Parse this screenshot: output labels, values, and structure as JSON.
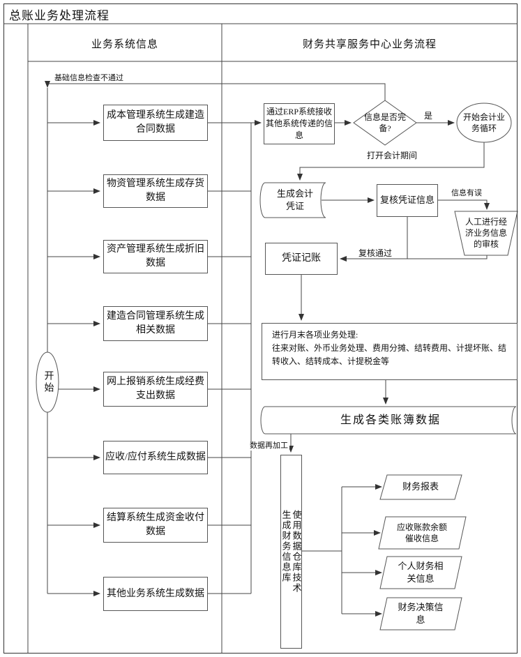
{
  "page": {
    "title": "总账业务处理流程"
  },
  "lanes": {
    "left": "业务系统信息",
    "right": "财务共享服务中心业务流程"
  },
  "left": {
    "start_label": "开始",
    "feedback_label": "基础信息检查不通过",
    "boxes": [
      {
        "label": "成本管理系统生成建造合同数据"
      },
      {
        "label": "物资管理系统生成存货数据"
      },
      {
        "label": "资产管理系统生成折旧数据"
      },
      {
        "label": "建造合同管理系统生成相关数据"
      },
      {
        "label": "网上报销系统生成经费支出数据"
      },
      {
        "label": "应收/应付系统生成数据"
      },
      {
        "label": "结算系统生成资金收付数据"
      },
      {
        "label": "其他业务系统生成数据"
      }
    ]
  },
  "right": {
    "erp_receive": "通过ERP系统接收其他系统传递的信息",
    "decision": "信息是否完备?",
    "yes_label": "是",
    "cycle_start": "开始会计业务循环",
    "open_period_label": "打开会计期间",
    "generate_voucher": "生成会计凭证",
    "review_voucher": "复核凭证信息",
    "info_error_label": "信息有误",
    "manual_review": "人工进行经济业务信息的审核",
    "review_pass_label": "复核通过",
    "post_voucher": "凭证记账",
    "month_end": {
      "title": "进行月末各项业务处理:",
      "body": "往来对账、外币业务处理、费用分摊、结转费用、计提坏账、结转收入、结转成本、计提税金等"
    },
    "ledger_output": "生成各类账簿数据",
    "reprocess_label": "数据再加工",
    "warehouse": {
      "line1": "使用数据仓库技术",
      "line2": "生成财务信息库"
    },
    "outputs": [
      {
        "label": "财务报表"
      },
      {
        "label": "应收账款余额催收信息"
      },
      {
        "label": "个人财务相关信息"
      },
      {
        "label": "财务决策信息"
      }
    ]
  }
}
